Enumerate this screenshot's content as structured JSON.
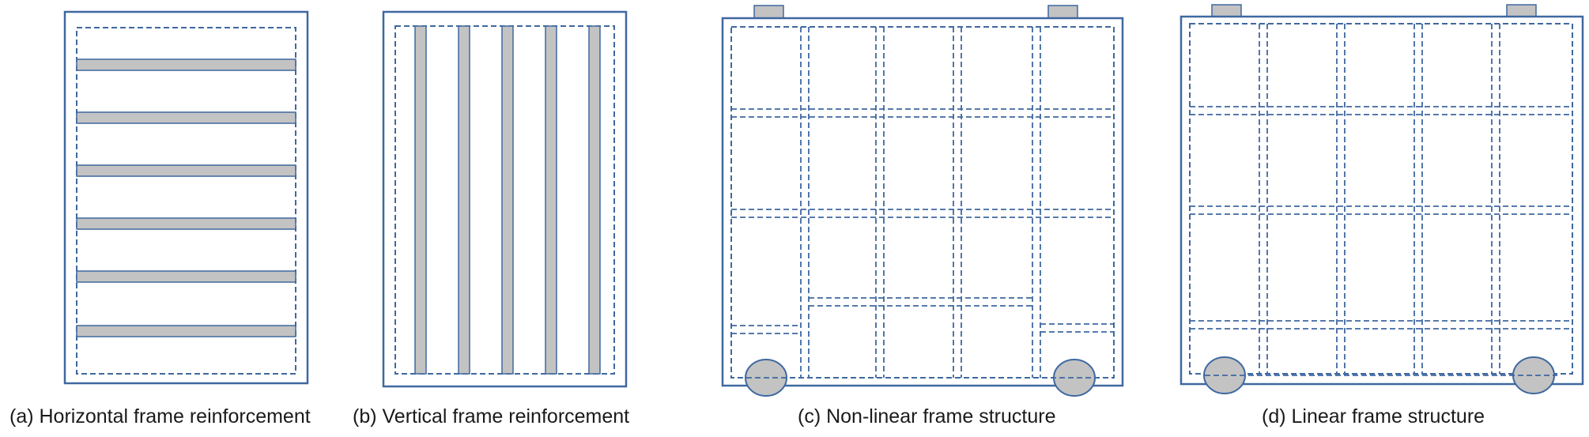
{
  "figure": {
    "colors": {
      "frame": "#3f68a0",
      "reinforcement_fill": "#c3c3c3",
      "reinforcement_stroke": "#3f68a0",
      "caption_text": "#1a1a1a"
    },
    "panels": [
      {
        "id": "a",
        "caption": "(a) Horizontal frame reinforcement"
      },
      {
        "id": "b",
        "caption": "(b) Vertical frame reinforcement"
      },
      {
        "id": "c",
        "caption": "(c) Non-linear frame structure"
      },
      {
        "id": "d",
        "caption": "(d) Linear frame structure"
      }
    ]
  }
}
